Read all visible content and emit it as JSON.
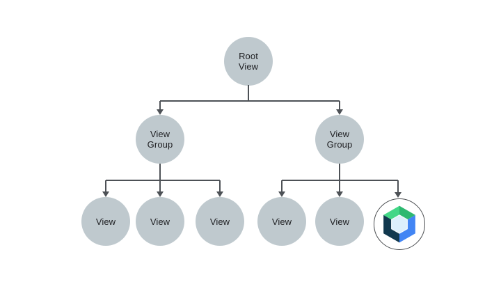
{
  "diagram": {
    "kind": "tree",
    "description_visible_text_only": ""
  },
  "nodes": [
    {
      "id": "root-view",
      "label": "Root\nView"
    },
    {
      "id": "view-group-1",
      "label": "View\nGroup"
    },
    {
      "id": "view-group-2",
      "label": "View\nGroup"
    },
    {
      "id": "view-1",
      "label": "View"
    },
    {
      "id": "view-2",
      "label": "View"
    },
    {
      "id": "view-3",
      "label": "View"
    },
    {
      "id": "view-4",
      "label": "View"
    },
    {
      "id": "view-5",
      "label": "View"
    },
    {
      "id": "compose-node",
      "label": "",
      "icon": "jetpack-compose-logo"
    }
  ],
  "edges": [
    {
      "from": "root-view",
      "to": "view-group-1"
    },
    {
      "from": "root-view",
      "to": "view-group-2"
    },
    {
      "from": "view-group-1",
      "to": "view-1"
    },
    {
      "from": "view-group-1",
      "to": "view-2"
    },
    {
      "from": "view-group-1",
      "to": "view-3"
    },
    {
      "from": "view-group-2",
      "to": "view-4"
    },
    {
      "from": "view-group-2",
      "to": "view-5"
    },
    {
      "from": "view-group-2",
      "to": "compose-node"
    }
  ],
  "colors": {
    "background": "#ffffff",
    "node_fill": "#bfc9ce",
    "node_text": "#202124",
    "connector": "#4d5156",
    "compose_ring": "#4a4d50",
    "compose_green_light": "#43d787",
    "compose_green_dark": "#2eb870",
    "compose_blue": "#4285f4",
    "compose_navy": "#11384e",
    "compose_inner": "#ddeffc"
  }
}
